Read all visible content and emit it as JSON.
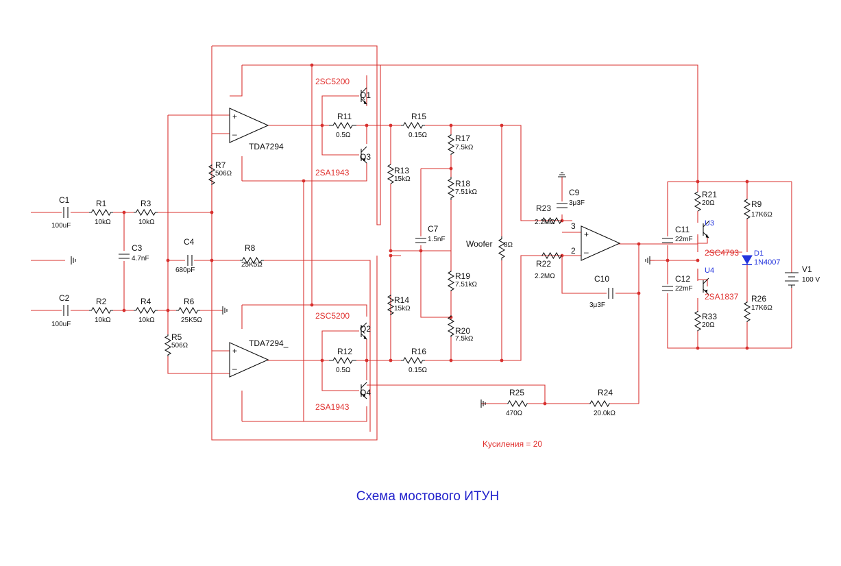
{
  "caption": "Схема мостового ИТУН",
  "gain_note": "Kусиления = 20",
  "colors": {
    "wire": "#d8302e",
    "part": "#111111",
    "part_label": "#111111",
    "red_label": "#e0302e",
    "blue_label": "#2233dd",
    "caption": "#2222cc"
  },
  "opamps": {
    "a1": {
      "label": "TDA7294"
    },
    "a2": {
      "label": "TDA7294_"
    },
    "a3": {
      "pin_plus": "3",
      "pin_minus": "2"
    }
  },
  "transistors": {
    "q1": {
      "label": "Q1",
      "type": "2SC5200"
    },
    "q3": {
      "label": "Q3",
      "type": "2SA1943"
    },
    "q2": {
      "label": "Q2",
      "type": "2SC5200"
    },
    "q4": {
      "label": "Q4",
      "type": "2SA1943"
    },
    "u3": {
      "label": "U3",
      "type": "2SC4793"
    },
    "u4": {
      "label": "U4",
      "type": "2SA1837"
    }
  },
  "resistors": {
    "r1": {
      "label": "R1",
      "value": "10kΩ"
    },
    "r2": {
      "label": "R2",
      "value": "10kΩ"
    },
    "r3": {
      "label": "R3",
      "value": "10kΩ"
    },
    "r4": {
      "label": "R4",
      "value": "10kΩ"
    },
    "r5": {
      "label": "R5",
      "value": "506Ω"
    },
    "r6": {
      "label": "R6",
      "value": "25K5Ω"
    },
    "r7": {
      "label": "R7",
      "value": "506Ω"
    },
    "r8": {
      "label": "R8",
      "value": "25K5Ω"
    },
    "r9": {
      "label": "R9",
      "value": "17K6Ω"
    },
    "r11": {
      "label": "R11",
      "value": "0.5Ω"
    },
    "r12": {
      "label": "R12",
      "value": "0.5Ω"
    },
    "r13": {
      "label": "R13",
      "value": "15kΩ"
    },
    "r14": {
      "label": "R14",
      "value": "15kΩ"
    },
    "r15": {
      "label": "R15",
      "value": "0.15Ω"
    },
    "r16": {
      "label": "R16",
      "value": "0.15Ω"
    },
    "r17": {
      "label": "R17",
      "value": "7.5kΩ"
    },
    "r18": {
      "label": "R18",
      "value": "7.51kΩ"
    },
    "r19": {
      "label": "R19",
      "value": "7.51kΩ"
    },
    "r20": {
      "label": "R20",
      "value": "7.5kΩ"
    },
    "r21": {
      "label": "R21",
      "value": "20Ω"
    },
    "r22": {
      "label": "R22",
      "value": "2.2MΩ"
    },
    "r23": {
      "label": "R23",
      "value": "2.2MΩ"
    },
    "r24": {
      "label": "R24",
      "value": "20.0kΩ"
    },
    "r25": {
      "label": "R25",
      "value": "470Ω"
    },
    "r26": {
      "label": "R26",
      "value": "17K6Ω"
    },
    "r33": {
      "label": "R33",
      "value": "20Ω"
    },
    "woofer": {
      "label": "Woofer",
      "value": "8Ω"
    }
  },
  "capacitors": {
    "c1": {
      "label": "C1",
      "value": "100uF"
    },
    "c2": {
      "label": "C2",
      "value": "100uF"
    },
    "c3": {
      "label": "C3",
      "value": "4.7nF"
    },
    "c4": {
      "label": "C4",
      "value": "680pF"
    },
    "c7": {
      "label": "C7",
      "value": "1.5nF"
    },
    "c9": {
      "label": "C9",
      "value": "3μ3F"
    },
    "c10": {
      "label": "C10",
      "value": "3μ3F"
    },
    "c11": {
      "label": "C11",
      "value": "22mF"
    },
    "c12": {
      "label": "C12",
      "value": "22mF"
    }
  },
  "diode": {
    "label": "D1",
    "type": "1N4007"
  },
  "source": {
    "label": "V1",
    "value": "100 V"
  },
  "grounds": [
    "input-ground",
    "r6-ground",
    "c9-ground",
    "r25-ground",
    "buffer-ground"
  ],
  "icons": {
    "ground": "ground-icon",
    "resistor": "resistor-icon",
    "capacitor": "capacitor-icon",
    "transistor": "transistor-icon",
    "opamp": "opamp-icon",
    "diode": "diode-icon",
    "battery": "battery-icon"
  }
}
